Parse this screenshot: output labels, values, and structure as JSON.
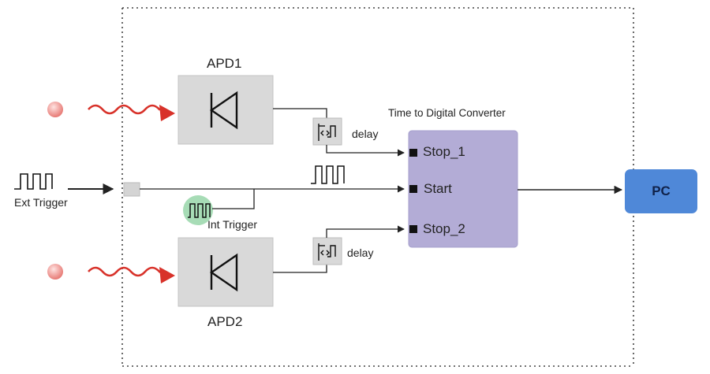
{
  "diagram": {
    "apd1_label": "APD1",
    "apd2_label": "APD2",
    "tdc_title": "Time to Digital Converter",
    "port_stop1": "Stop_1",
    "port_start": "Start",
    "port_stop2": "Stop_2",
    "delay_label_top": "delay",
    "delay_label_bottom": "delay",
    "ext_trigger": "Ext Trigger",
    "int_trigger": "Int Trigger",
    "pc": "PC"
  },
  "colors": {
    "photon_dot": "#ee8a86",
    "photon_wave": "#d8322a",
    "apd_box": "#d9d9d9",
    "tdc_box": "#b3acd6",
    "pc_box": "#4f88d8",
    "int_trigger_circle": "#a7dcb6"
  }
}
